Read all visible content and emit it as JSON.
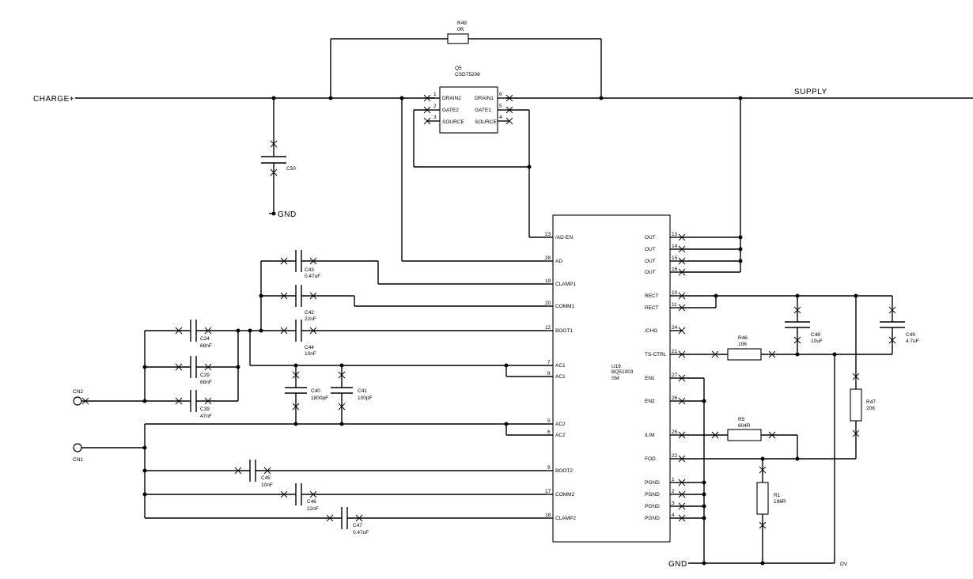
{
  "nets": {
    "charge": "CHARGE+",
    "supply": "SUPPLY",
    "gnd_c50": "GND",
    "gnd_bottom": "GND",
    "dv": "DV"
  },
  "r49": {
    "ref": "R49",
    "value": "0R"
  },
  "q5": {
    "ref": "Q5",
    "value": "CSD75208",
    "pins": [
      {
        "num": "1",
        "name": "DRAIN2"
      },
      {
        "num": "2",
        "name": "GATE2"
      },
      {
        "num": "3",
        "name": "SOURCE"
      },
      {
        "num": "6",
        "name": "DRAIN1"
      },
      {
        "num": "5",
        "name": "GATE1"
      },
      {
        "num": "4",
        "name": "SOURCE"
      }
    ]
  },
  "u16": {
    "ref": "U16",
    "value": "BQ51003",
    "footprint": "SM",
    "left_pins": [
      {
        "num": "23",
        "name": "/AD-EN"
      },
      {
        "num": "28",
        "name": "AD"
      },
      {
        "num": "19",
        "name": "CLAMP1"
      },
      {
        "num": "20",
        "name": "COMM1"
      },
      {
        "num": "12",
        "name": "BOOT1"
      },
      {
        "num": "7",
        "name": "AC1"
      },
      {
        "num": "8",
        "name": "AC1"
      },
      {
        "num": "5",
        "name": "AC2"
      },
      {
        "num": "6",
        "name": "AC2"
      },
      {
        "num": "9",
        "name": "BOOT2"
      },
      {
        "num": "17",
        "name": "COMM2"
      },
      {
        "num": "18",
        "name": "CLAMP2"
      }
    ],
    "right_pins": [
      {
        "num": "13",
        "name": "OUT"
      },
      {
        "num": "14",
        "name": "OUT"
      },
      {
        "num": "15",
        "name": "OUT"
      },
      {
        "num": "16",
        "name": "OUT"
      },
      {
        "num": "10",
        "name": "RECT"
      },
      {
        "num": "11",
        "name": "RECT"
      },
      {
        "num": "24",
        "name": "/CHG"
      },
      {
        "num": "21",
        "name": "TS-CTRL"
      },
      {
        "num": "27",
        "name": "EN1"
      },
      {
        "num": "26",
        "name": "EN2"
      },
      {
        "num": "25",
        "name": "ILIM"
      },
      {
        "num": "22",
        "name": "FOD"
      },
      {
        "num": "1",
        "name": "PGND"
      },
      {
        "num": "2",
        "name": "PGND"
      },
      {
        "num": "3",
        "name": "PGND"
      },
      {
        "num": "4",
        "name": "PGND"
      }
    ]
  },
  "caps": {
    "c50": {
      "ref": "C50",
      "value": ""
    },
    "c43": {
      "ref": "C43",
      "value": "0.47uF"
    },
    "c42": {
      "ref": "C42",
      "value": "22nF"
    },
    "c44": {
      "ref": "C44",
      "value": "10nF"
    },
    "c24": {
      "ref": "C24",
      "value": "68nF"
    },
    "c29": {
      "ref": "C29",
      "value": "68nF"
    },
    "c39": {
      "ref": "C39",
      "value": "47nF"
    },
    "c40": {
      "ref": "C40",
      "value": "1800pF"
    },
    "c41": {
      "ref": "C41",
      "value": "100pF"
    },
    "c45": {
      "ref": "C45",
      "value": "10nF"
    },
    "c46": {
      "ref": "C46",
      "value": "22nF"
    },
    "c47": {
      "ref": "C47",
      "value": "0.47uF"
    },
    "c48": {
      "ref": "C48",
      "value": "10uF"
    },
    "c49": {
      "ref": "C49",
      "value": "4.7uF"
    }
  },
  "resistors": {
    "r46": {
      "ref": "R46",
      "value": "10K"
    },
    "r47": {
      "ref": "R47",
      "value": "20K"
    },
    "r5": {
      "ref": "R5",
      "value": "604R"
    },
    "r1": {
      "ref": "R1",
      "value": "196R"
    }
  },
  "connectors": {
    "cn2": {
      "ref": "CN2"
    },
    "cn1": {
      "ref": "CN1"
    }
  }
}
